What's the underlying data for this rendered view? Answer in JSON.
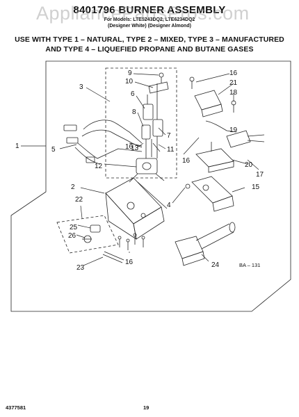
{
  "header": {
    "title": "8401796 BURNER ASSEMBLY",
    "models_line": "For Models: LTE5243DQ2, LTE6234DQ2",
    "colors_line": "(Designer White) (Designer Almond)",
    "usage_line_1": "USE WITH TYPE 1 – NATURAL, TYPE 2 – MIXED, TYPE 3 – MANUFACTURED",
    "usage_line_2": "AND TYPE 4 – LIQUEFIED PROPANE AND BUTANE GASES"
  },
  "watermark": "AppliancePartsPros.com",
  "diagram": {
    "callouts": [
      "1",
      "2",
      "3",
      "4",
      "5",
      "6",
      "7",
      "8",
      "9",
      "10",
      "11",
      "12",
      "13",
      "15",
      "16",
      "16",
      "16",
      "16",
      "17",
      "18",
      "19",
      "20",
      "21",
      "22",
      "23",
      "24",
      "25",
      "26"
    ],
    "code": "BA – 131"
  },
  "footer": {
    "part_number": "4377581",
    "page_number": "19"
  }
}
